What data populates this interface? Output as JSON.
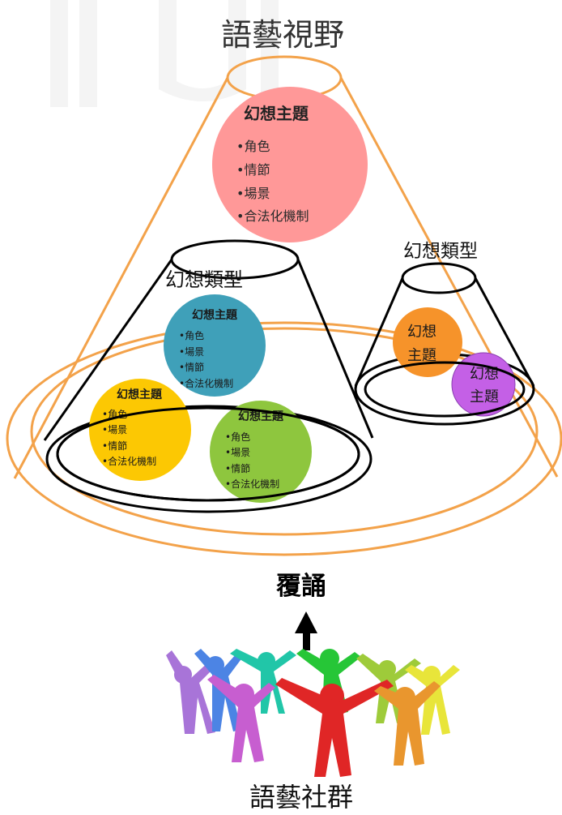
{
  "title": "語藝視野",
  "colors": {
    "orange_outline": "#f3a24a",
    "black_outline": "#000000",
    "pink": "#ff9898",
    "teal": "#3fa0b9",
    "yellow": "#fcc803",
    "green": "#8ec63e",
    "orange": "#f6932a",
    "purple": "#c460e6"
  },
  "large_theme": {
    "title": "幻想主題",
    "items": [
      "•角色",
      "•情節",
      "•場景",
      "•合法化機制"
    ]
  },
  "left_type": {
    "label": "幻想類型",
    "themes": [
      {
        "title": "幻想主題",
        "items": [
          "•角色",
          "•場景",
          "•情節",
          "•合法化機制"
        ]
      },
      {
        "title": "幻想主題",
        "items": [
          "•角色",
          "•場景",
          "•情節",
          "•合法化機制"
        ]
      },
      {
        "title": "幻想主題",
        "items": [
          "•角色",
          "•場景",
          "•情節",
          "•合法化機制"
        ]
      }
    ]
  },
  "right_type": {
    "label": "幻想類型",
    "orange_theme": [
      "幻想",
      "主題"
    ],
    "purple_theme": [
      "幻想",
      "主題"
    ]
  },
  "arrow_label": "覆誦",
  "community_label": "語藝社群",
  "icons": {
    "people": "people-group-icon",
    "arrow": "arrow-up-icon"
  }
}
